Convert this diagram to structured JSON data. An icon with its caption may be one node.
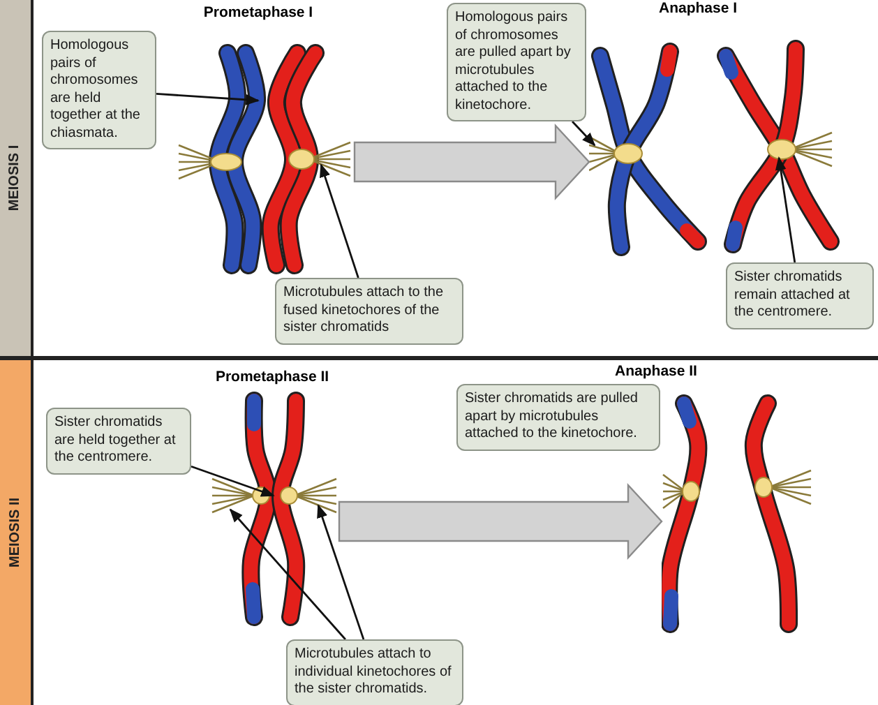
{
  "diagram": {
    "nodes": [
      {
        "text": [
          "MEIOSIS I"
        ]
      },
      {
        "text": [
          "Homologous pairs of chromosomes are held together at the chiasmata."
        ]
      },
      {
        "text": [],
        "shape": "picture"
      },
      {
        "text": [
          "Microtubules attach to the fused kinetochores of the sister chromatids"
        ]
      },
      {
        "text": [
          "Homologous pairs of chromosomes are pulled apart by microtubules attached to the kinetochore."
        ]
      },
      {
        "text": [],
        "shape": "picture"
      },
      {
        "text": [
          "Sister chromatids remain attached at the centromere."
        ]
      },
      {
        "text": [
          "MEIOSIS II"
        ]
      },
      {
        "text": [
          "Sister chromatids are held together at the centromere."
        ]
      },
      {
        "text": [],
        "shape": "picture"
      },
      {
        "text": [
          "Microtubules attach to individual kinetochores of the sister chromatids."
        ]
      },
      {
        "text": [
          "Sister chromatids are pulled apart by microtubules attached to the kinetochore."
        ]
      },
      {
        "text": [],
        "shape": "picture"
      }
    ],
    "edges": [
      {
        "from": 1,
        "to": 2,
        "arrow": "to"
      },
      {
        "from": 3,
        "to": 2,
        "arrow": "to"
      },
      {
        "from": 2,
        "to": 5,
        "arrow": "to",
        "style": "thick"
      },
      {
        "from": 4,
        "to": 5,
        "arrow": "to"
      },
      {
        "from": 6,
        "to": 5,
        "arrow": "to"
      },
      {
        "from": 8,
        "to": 9,
        "arrow": "to"
      },
      {
        "from": 10,
        "to": 9,
        "arrow": "to"
      },
      {
        "from": 10,
        "to": 9,
        "arrow": "to"
      },
      {
        "from": 9,
        "to": 12,
        "arrow": "to",
        "style": "thick"
      }
    ],
    "labels": [
      "Prometaphase I",
      "Anaphase I",
      "Prometaphase II",
      "Anaphase II"
    ]
  }
}
